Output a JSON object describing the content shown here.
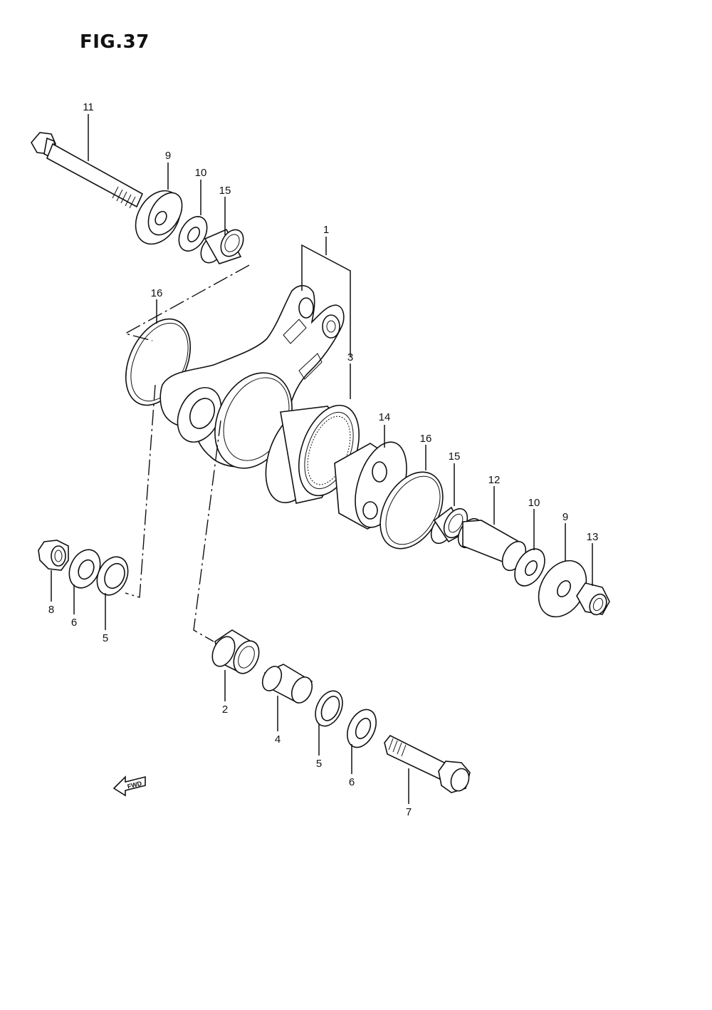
{
  "figure": {
    "title": "FIG.37"
  },
  "callouts": [
    "1",
    "2",
    "3",
    "4",
    "5",
    "5",
    "6",
    "6",
    "7",
    "8",
    "9",
    "9",
    "10",
    "10",
    "11",
    "12",
    "13",
    "14",
    "15",
    "15",
    "16",
    "16"
  ],
  "fwd_label": "FWD"
}
